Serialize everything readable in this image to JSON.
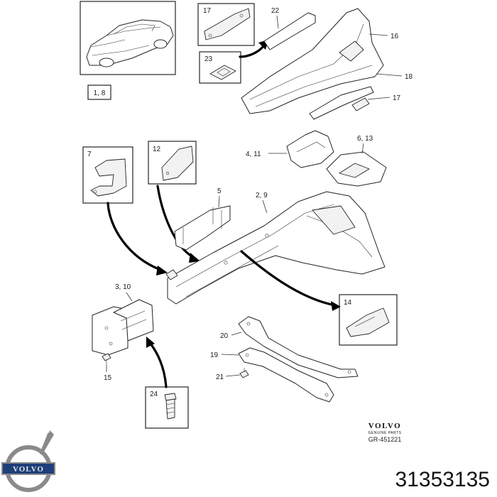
{
  "callouts": {
    "c1": "1, 8",
    "c2": "2, 9",
    "c3": "3, 10",
    "c4": "4, 11",
    "c5": "5",
    "c6": "6, 13",
    "c7": "7",
    "c12": "12",
    "c14": "14",
    "c15": "15",
    "c16": "16",
    "c17a": "17",
    "c17b": "17",
    "c18": "18",
    "c19": "19",
    "c20": "20",
    "c21": "21",
    "c22": "22",
    "c23": "23",
    "c24": "24"
  },
  "brand": {
    "name": "VOLVO",
    "tagline": "GENUINE PARTS",
    "ref": "GR-451221"
  },
  "part_number": "31353135",
  "logo_text": "VOLVO",
  "colors": {
    "line": "#222222",
    "brand_blue": "#1d3f7a",
    "logo_grey": "#8a8a8a"
  }
}
